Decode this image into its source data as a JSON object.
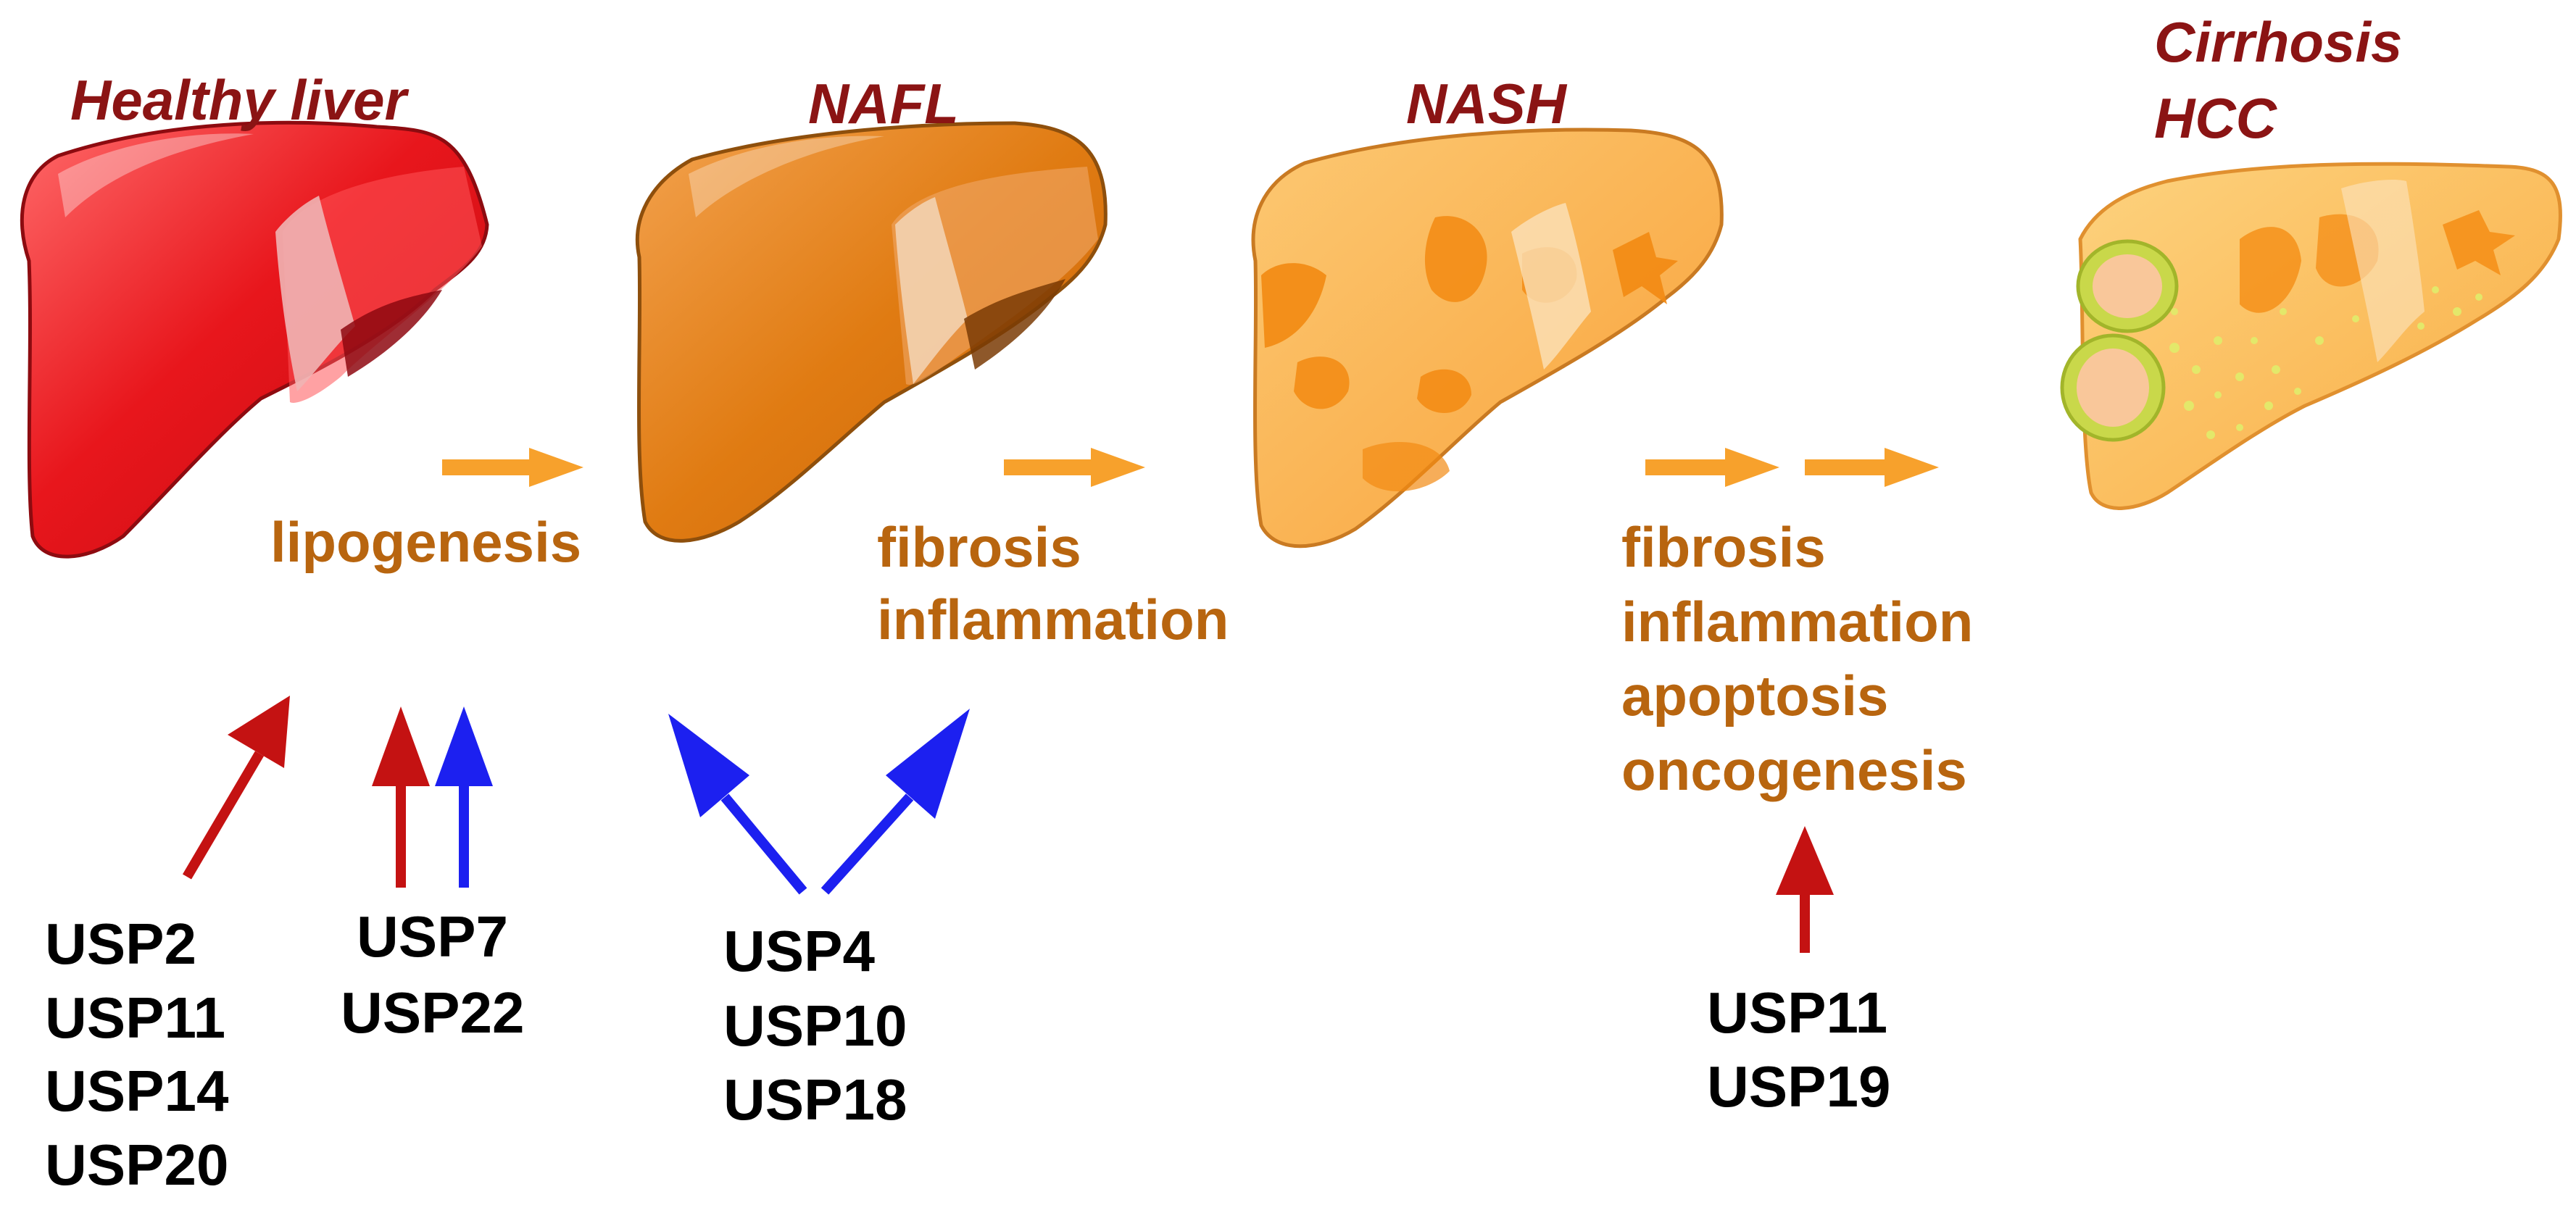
{
  "stages": [
    {
      "title_lines": [
        "Healthy liver"
      ]
    },
    {
      "title_lines": [
        "NAFL"
      ]
    },
    {
      "title_lines": [
        "NASH"
      ]
    },
    {
      "title_lines": [
        "Cirrhosis",
        "HCC"
      ]
    }
  ],
  "processes": [
    {
      "lines": [
        "lipogenesis"
      ]
    },
    {
      "lines": [
        "fibrosis",
        "inflammation"
      ]
    },
    {
      "lines": [
        "fibrosis",
        "inflammation",
        "apoptosis",
        "oncogenesis"
      ]
    }
  ],
  "usp_groups": [
    {
      "lines": [
        "USP2",
        "USP11",
        "USP14",
        "USP20"
      ]
    },
    {
      "lines": [
        "USP7",
        "USP22"
      ]
    },
    {
      "lines": [
        "USP4",
        "USP10",
        "USP18"
      ]
    },
    {
      "lines": [
        "USP11",
        "USP19"
      ]
    }
  ],
  "colors": {
    "healthy_liver": "#e8161c",
    "nafl_liver": "#e07b12",
    "nash_liver": "#f8a23a",
    "hcc_liver": "#f9ad44",
    "progression_arrow": "#f7a12c",
    "promoting_arrow": "#c41212",
    "inhibiting_arrow": "#1c20f0",
    "stage_title": "#8b1414",
    "process_text": "#b8650f",
    "usp_text": "#000000"
  }
}
